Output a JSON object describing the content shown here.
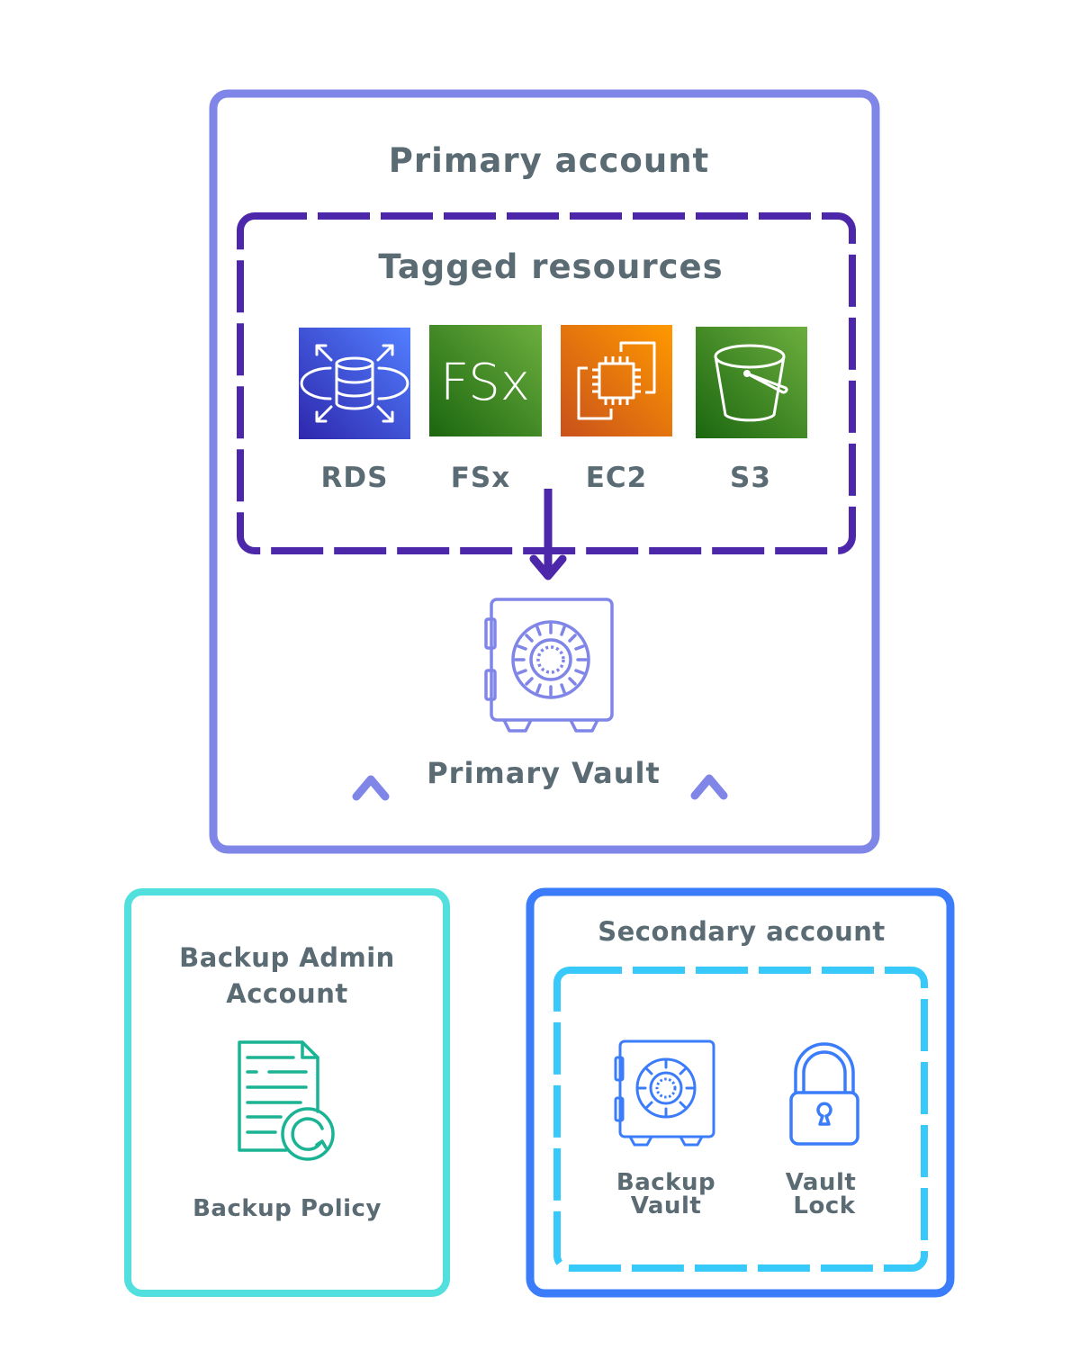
{
  "primary_account": {
    "title": "Primary account",
    "tagged_resources": {
      "title": "Tagged resources",
      "services": [
        {
          "label": "RDS",
          "icon": "rds-database-icon",
          "color_from": "#2e27ad",
          "color_to": "#527fff"
        },
        {
          "label": "FSx",
          "icon": "fsx-icon",
          "icon_text": "FSx",
          "color_from": "#1b660f",
          "color_to": "#6cae3e"
        },
        {
          "label": "EC2",
          "icon": "ec2-chip-icon",
          "color_from": "#c8511b",
          "color_to": "#ff9900"
        },
        {
          "label": "S3",
          "icon": "s3-bucket-icon",
          "color_from": "#1b660f",
          "color_to": "#6cae3e"
        }
      ]
    },
    "vault_label": "Primary Vault"
  },
  "backup_admin": {
    "title_line1": "Backup Admin",
    "title_line2": "Account",
    "policy_label": "Backup Policy"
  },
  "secondary_account": {
    "title": "Secondary account",
    "backup_vault_line1": "Backup",
    "backup_vault_line2": "Vault",
    "vault_lock_line1": "Vault",
    "vault_lock_line2": "Lock"
  },
  "colors": {
    "primary_border": "#8086e8",
    "tagged_border": "#4d27aa",
    "admin_border": "#52e0de",
    "secondary_border": "#3b7cfb",
    "secondary_inner": "#36c9fa",
    "policy_icon": "#1ab394",
    "text": "#5a6b73"
  }
}
